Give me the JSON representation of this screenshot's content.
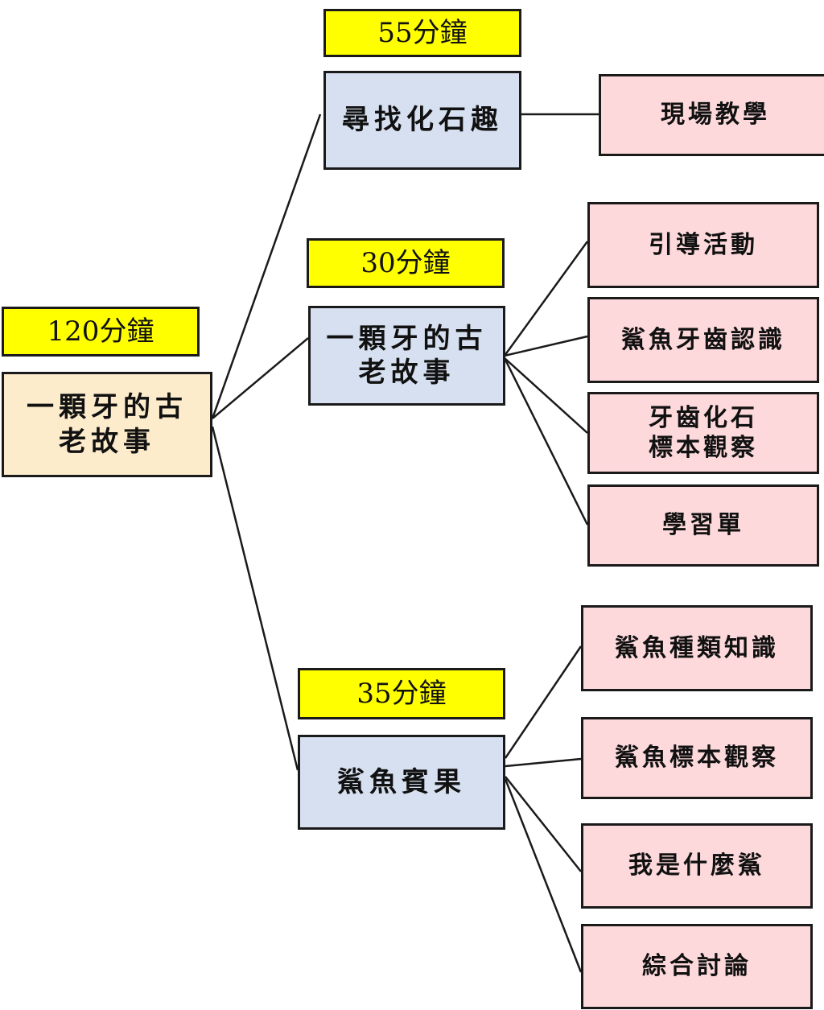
{
  "colors": {
    "duration_fill": "#ffff00",
    "root_fill": "#fdeccc",
    "branch_fill": "#d6e0f0",
    "leaf_fill": "#fdd9dc",
    "border": "#1a1a1a"
  },
  "root": {
    "duration": "120分鐘",
    "label": "一顆牙的古\n老故事"
  },
  "branches": [
    {
      "duration": "55分鐘",
      "label": "尋找化石趣",
      "children": [
        "現場教學"
      ]
    },
    {
      "duration": "30分鐘",
      "label": "一顆牙的古\n老故事",
      "children": [
        "引導活動",
        "鯊魚牙齒認識",
        "牙齒化石\n標本觀察",
        "學習單"
      ]
    },
    {
      "duration": "35分鐘",
      "label": "鯊魚賓果",
      "children": [
        "鯊魚種類知識",
        "鯊魚標本觀察",
        "我是什麼鯊",
        "綜合討論"
      ]
    }
  ]
}
